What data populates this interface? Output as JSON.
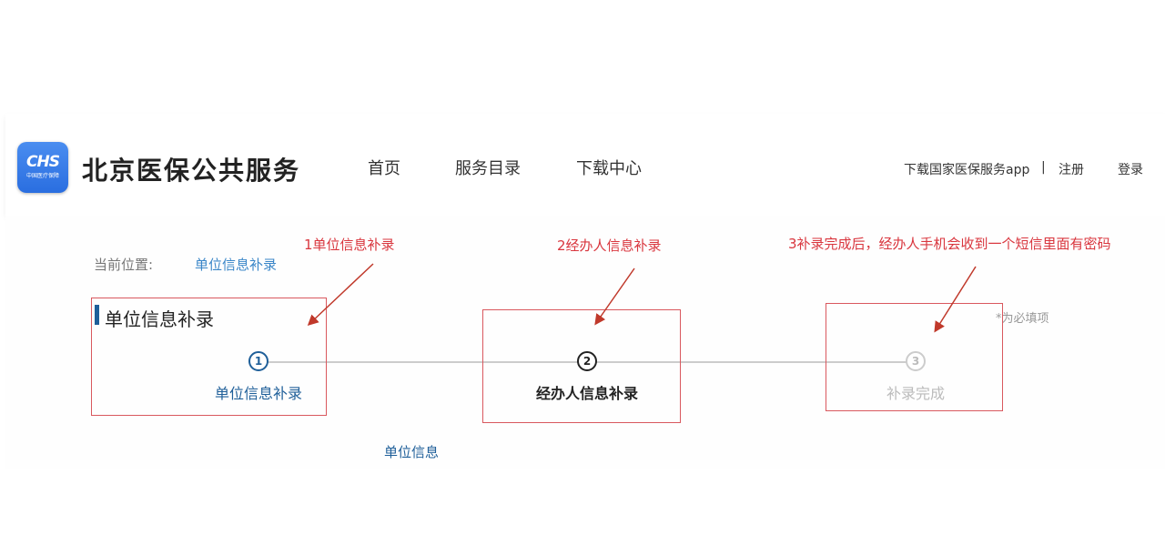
{
  "header": {
    "logo_text": "CHS",
    "logo_sub": "中国医疗保障",
    "site_title": "北京医保公共服务",
    "nav": [
      "首页",
      "服务目录",
      "下载中心"
    ],
    "app_link": "下载国家医保服务app",
    "separator": "|",
    "register": "注册",
    "login": "登录"
  },
  "breadcrumb": {
    "label": "当前位置:",
    "current": "单位信息补录"
  },
  "section_title": "单位信息补录",
  "required_note": "*为必填项",
  "steps": [
    {
      "num": "1",
      "label": "单位信息补录",
      "state": "done"
    },
    {
      "num": "2",
      "label": "经办人信息补录",
      "state": "active"
    },
    {
      "num": "3",
      "label": "补录完成",
      "state": "pending"
    }
  ],
  "sub_heading": "单位信息",
  "annotations": [
    "1单位信息补录",
    "2经办人信息补录",
    "3补录完成后，经办人手机会收到一个短信里面有密码"
  ],
  "colors": {
    "primary": "#1f5f99",
    "annotation": "#d9363e"
  }
}
